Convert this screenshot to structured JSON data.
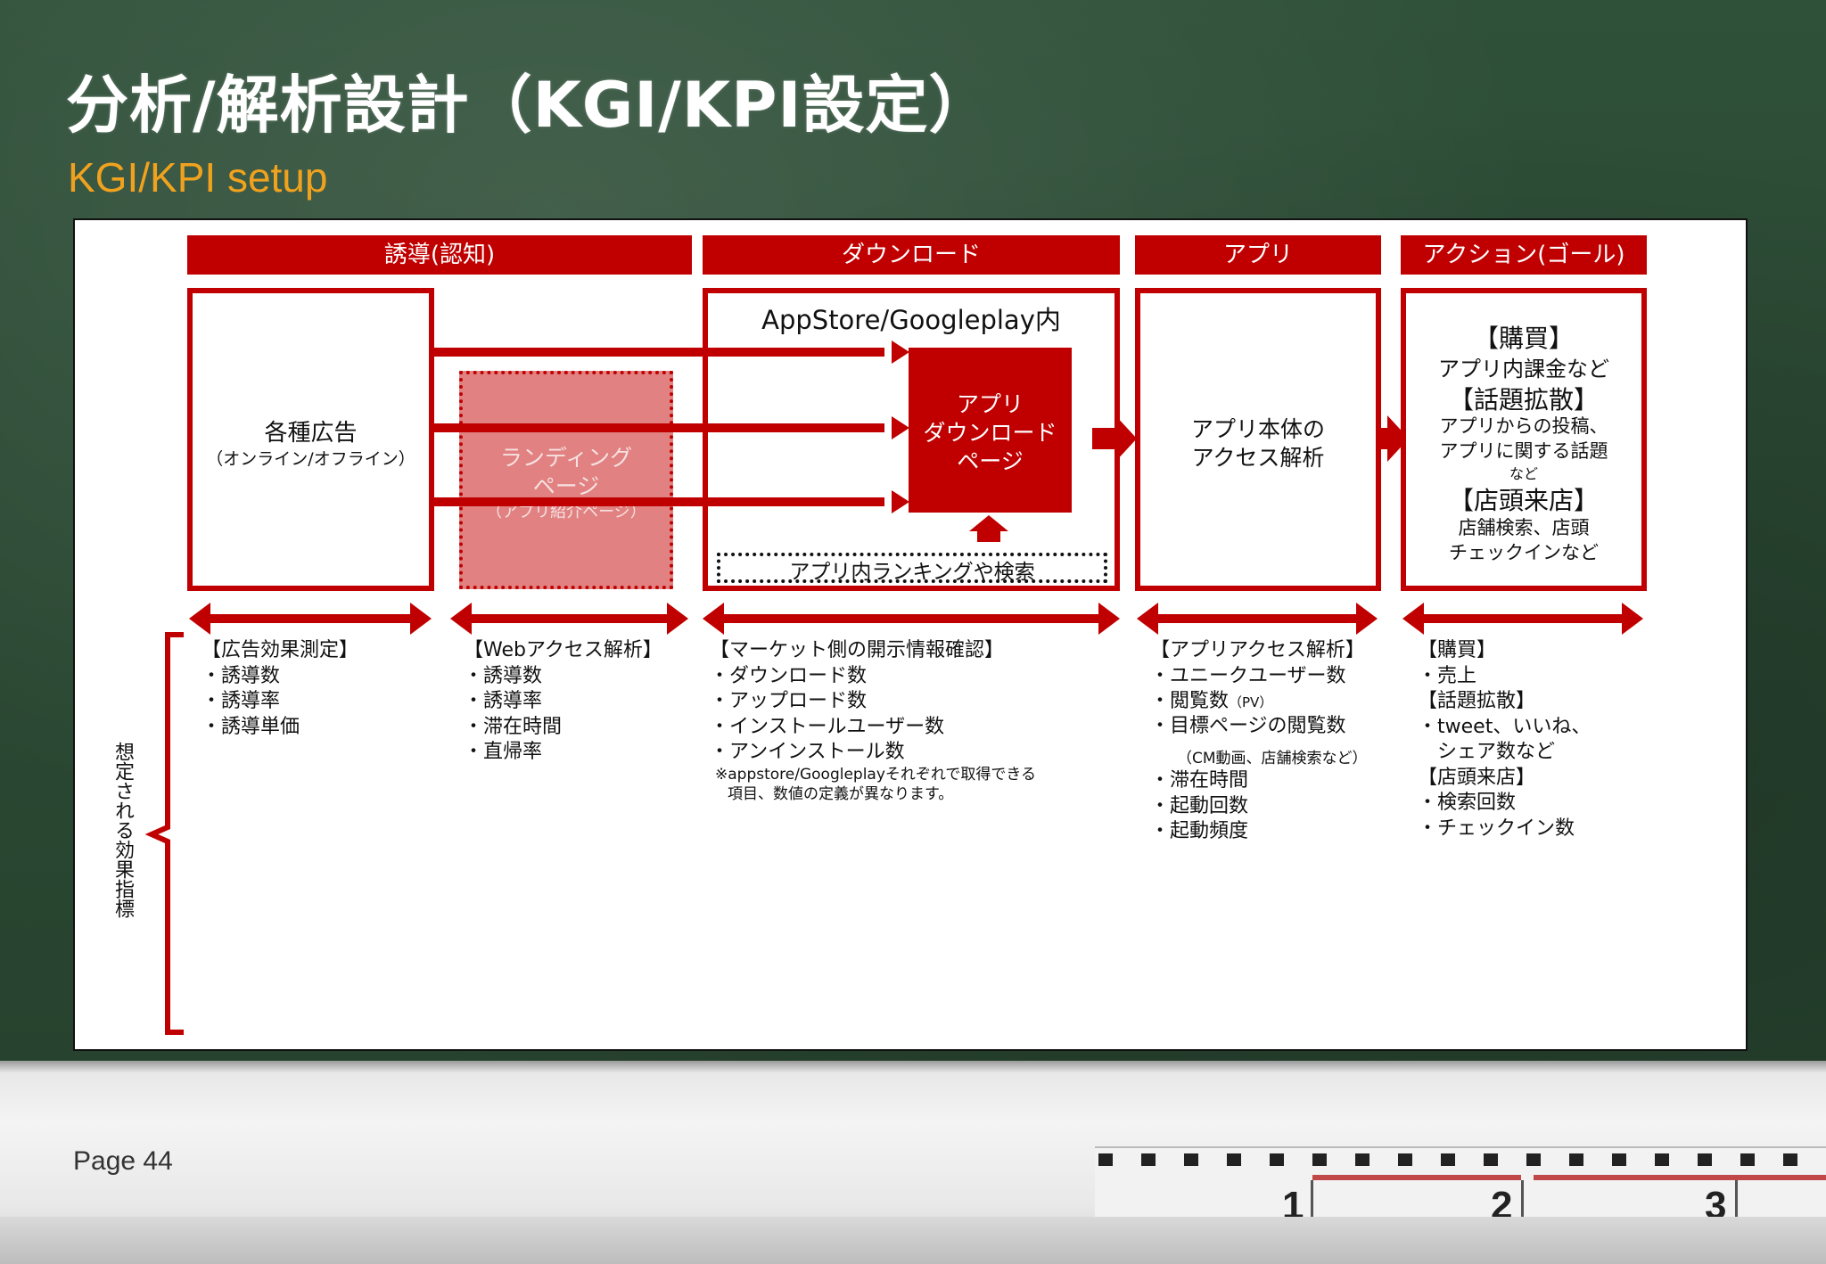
{
  "title": "分析/解析設計（KGI/KPI設定）",
  "subtitle": "KGI/KPI setup",
  "headers": [
    "誘導(認知)",
    "ダウンロード",
    "アプリ",
    "アクション(ゴール)"
  ],
  "ad_box": {
    "line1": "各種広告",
    "line2": "（オンライン/オフライン）"
  },
  "landing": {
    "line1": "ランディング",
    "line2": "ページ",
    "line3": "（アプリ紹介ページ）"
  },
  "store_label": "AppStore/Googleplay内",
  "dl_page": {
    "line1": "アプリ",
    "line2": "ダウンロード",
    "line3": "ページ"
  },
  "ranking": "アプリ内ランキングや検索",
  "app_box": {
    "line1": "アプリ本体の",
    "line2": "アクセス解析"
  },
  "goal_box": {
    "l1": "【購買】",
    "l2": "アプリ内課金など",
    "l3": "【話題拡散】",
    "l4": "アプリからの投稿、",
    "l5": "アプリに関する話題",
    "l6": "など",
    "l7": "【店頭来店】",
    "l8": "店舗検索、店頭",
    "l9": "チェックインなど"
  },
  "side_label": "想定される効果指標",
  "metrics": {
    "col1": "【広告効果測定】\n・誘導数\n・誘導率\n・誘導単価",
    "col2": "【Webアクセス解析】\n・誘導数\n・誘導率\n・滞在時間\n・直帰率",
    "col3": "【マーケット側の開示情報確認】\n・ダウンロード数\n・アップロード数\n・インストールユーザー数\n・アンインストール数",
    "col3_note1": "※appstore/Googleplayそれぞれで取得できる",
    "col3_note2": "項目、数値の定義が異なります。",
    "col4a": "【アプリアクセス解析】\n・ユニークユーザー数",
    "col4_pv_label": "・閲覧数",
    "col4_pv_unit": "（PV）",
    "col4b": "・目標ページの閲覧数",
    "col4_note": "（CM動画、店舗検索など）",
    "col4c": "・滞在時間\n・起動回数\n・起動頻度",
    "col5": "【購買】\n・売上\n【話題拡散】\n・tweet、いいね、\n　シェア数など\n【店頭来店】\n・検索回数\n・チェックイン数"
  },
  "page_number": "Page 44",
  "ruler_numbers": [
    "1",
    "2",
    "3"
  ],
  "colors": {
    "accent": "#c00000",
    "subtitle": "#f0a21f",
    "board": "#2b4a35"
  }
}
